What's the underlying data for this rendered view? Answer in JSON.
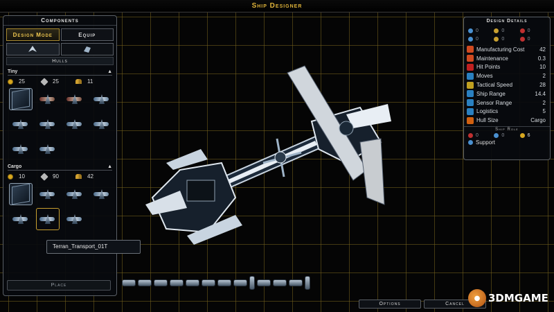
{
  "title": "Ship Designer",
  "components": {
    "header": "Components",
    "mode_tabs": [
      {
        "label": "Design Mode",
        "active": true
      },
      {
        "label": "Equip",
        "active": false
      }
    ],
    "hulls_label": "Hulls",
    "sections": [
      {
        "name": "Tiny",
        "costs": [
          {
            "icon": "coin-icon",
            "value": "25"
          },
          {
            "icon": "gear-icon",
            "value": "25"
          },
          {
            "icon": "crew-icon",
            "value": "11"
          }
        ]
      },
      {
        "name": "Cargo",
        "costs": [
          {
            "icon": "coin-icon",
            "value": "10"
          },
          {
            "icon": "gear-icon",
            "value": "90"
          },
          {
            "icon": "crew-icon",
            "value": "42"
          }
        ]
      }
    ],
    "tooltip": "Terran_Transport_01T",
    "place_label": "Place"
  },
  "design_details": {
    "header": "Design Details",
    "slots": [
      {
        "icon": "weapon-beam-icon",
        "value": "0",
        "color": "#4a90d0"
      },
      {
        "icon": "weapon-missile-icon",
        "value": "0",
        "color": "#c8a030"
      },
      {
        "icon": "weapon-kinetic-icon",
        "value": "0",
        "color": "#c03030"
      },
      {
        "icon": "shield-icon",
        "value": "0",
        "color": "#4a90d0"
      },
      {
        "icon": "armor-icon",
        "value": "0",
        "color": "#c8a030"
      },
      {
        "icon": "pd-icon",
        "value": "0",
        "color": "#c03030"
      }
    ],
    "stats": [
      {
        "label": "Manufacturing Cost",
        "value": "42",
        "color": "#d04a20"
      },
      {
        "label": "Maintenance",
        "value": "0.3",
        "color": "#d04a20"
      },
      {
        "label": "Hit Points",
        "value": "10",
        "color": "#c02020"
      },
      {
        "label": "Moves",
        "value": "2",
        "color": "#2a80c0"
      },
      {
        "label": "Tactical Speed",
        "value": "28",
        "color": "#c0a020"
      },
      {
        "label": "Ship Range",
        "value": "14.4",
        "color": "#2a80c0"
      },
      {
        "label": "Sensor Range",
        "value": "2",
        "color": "#2a80c0"
      },
      {
        "label": "Logistics",
        "value": "5",
        "color": "#2a80c0"
      },
      {
        "label": "Hull Size",
        "value": "Cargo",
        "color": "#d06010"
      }
    ],
    "role_header": "Ship Role",
    "role_slots": [
      {
        "icon": "attack-icon",
        "value": "0",
        "color": "#c03030"
      },
      {
        "icon": "defense-icon",
        "value": "0",
        "color": "#4a90d0"
      },
      {
        "icon": "support-icon",
        "value": "6",
        "color": "#d8a820"
      }
    ],
    "role_name": "Support"
  },
  "bottom": {
    "options_label": "Options",
    "cancel_label": "Cancel"
  },
  "watermark": "3DMGAME"
}
